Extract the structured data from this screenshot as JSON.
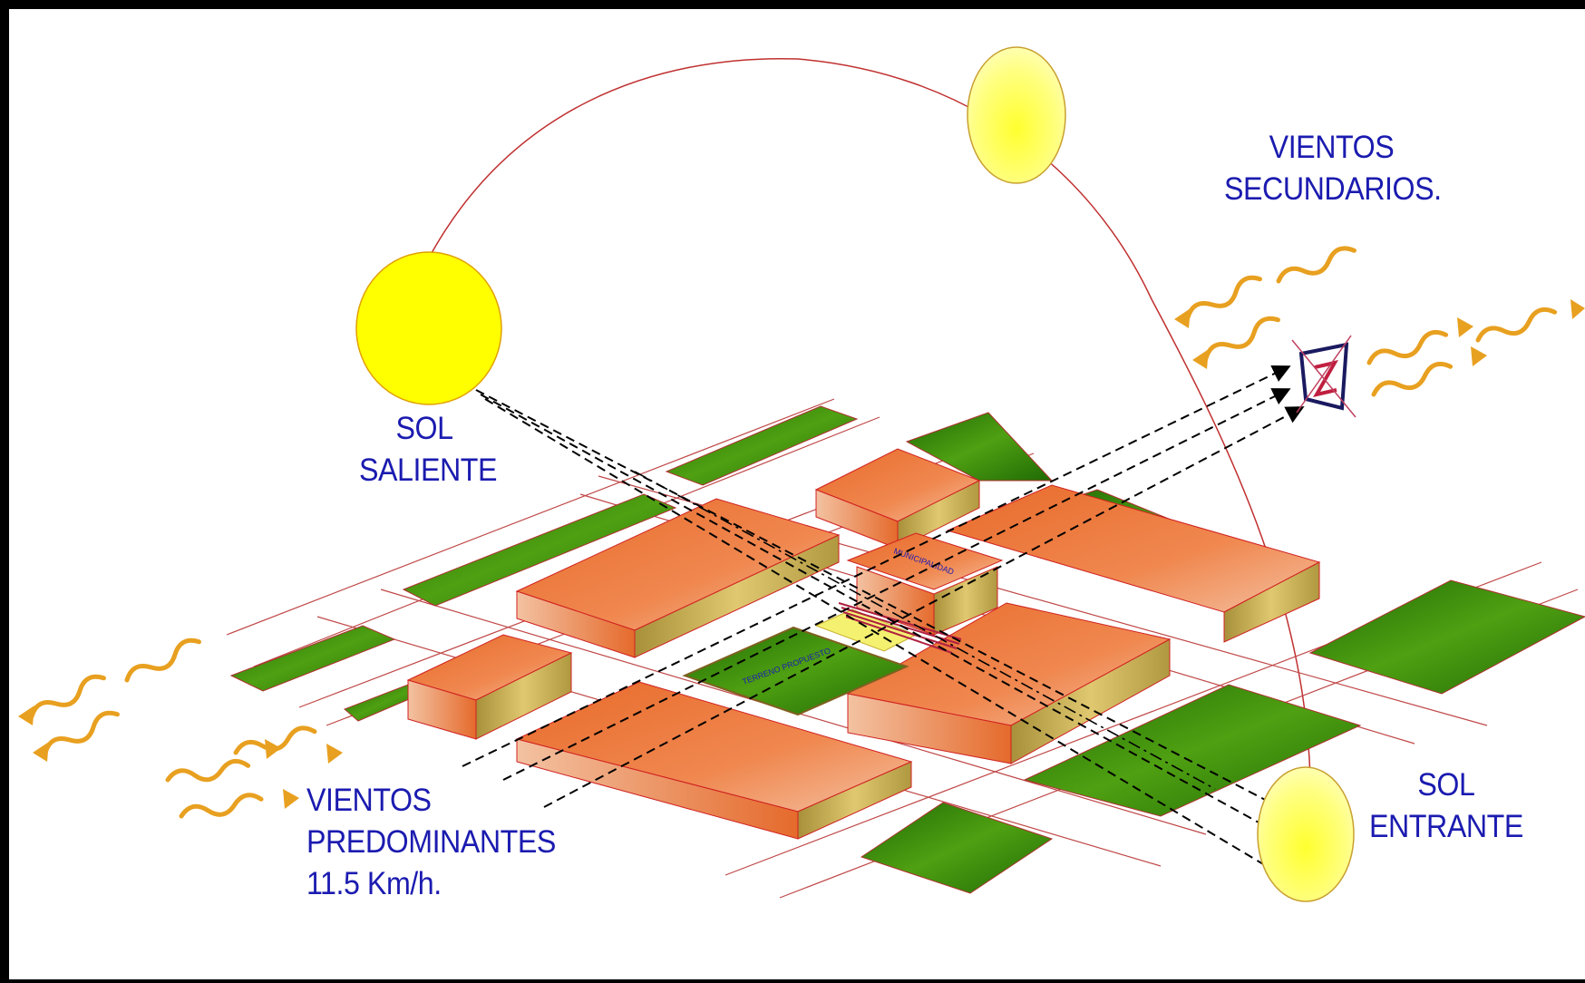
{
  "labels": {
    "sol_saliente": [
      "SOL",
      "SALIENTE"
    ],
    "vientos_secundarios": [
      "VIENTOS",
      "SECUNDARIOS."
    ],
    "sol_entrante": [
      "SOL",
      "ENTRANTE"
    ],
    "vientos_predominantes": [
      "VIENTOS",
      "PREDOMINANTES",
      "11.5 Km/h."
    ],
    "municipalidad": "MUNICIPALIDAD",
    "terreno_propuesto": "TERRENO PROPUESTO"
  },
  "colors": {
    "sun_rising": "#ffff00",
    "sun_pale": "#ffff66",
    "block_top": "#ee7a3a",
    "block_side": "#c8a84a",
    "green_area": "#2f7d10",
    "text_blue": "#1b1bb0",
    "wind": "#e8a020",
    "sun_path": "#c03030"
  }
}
